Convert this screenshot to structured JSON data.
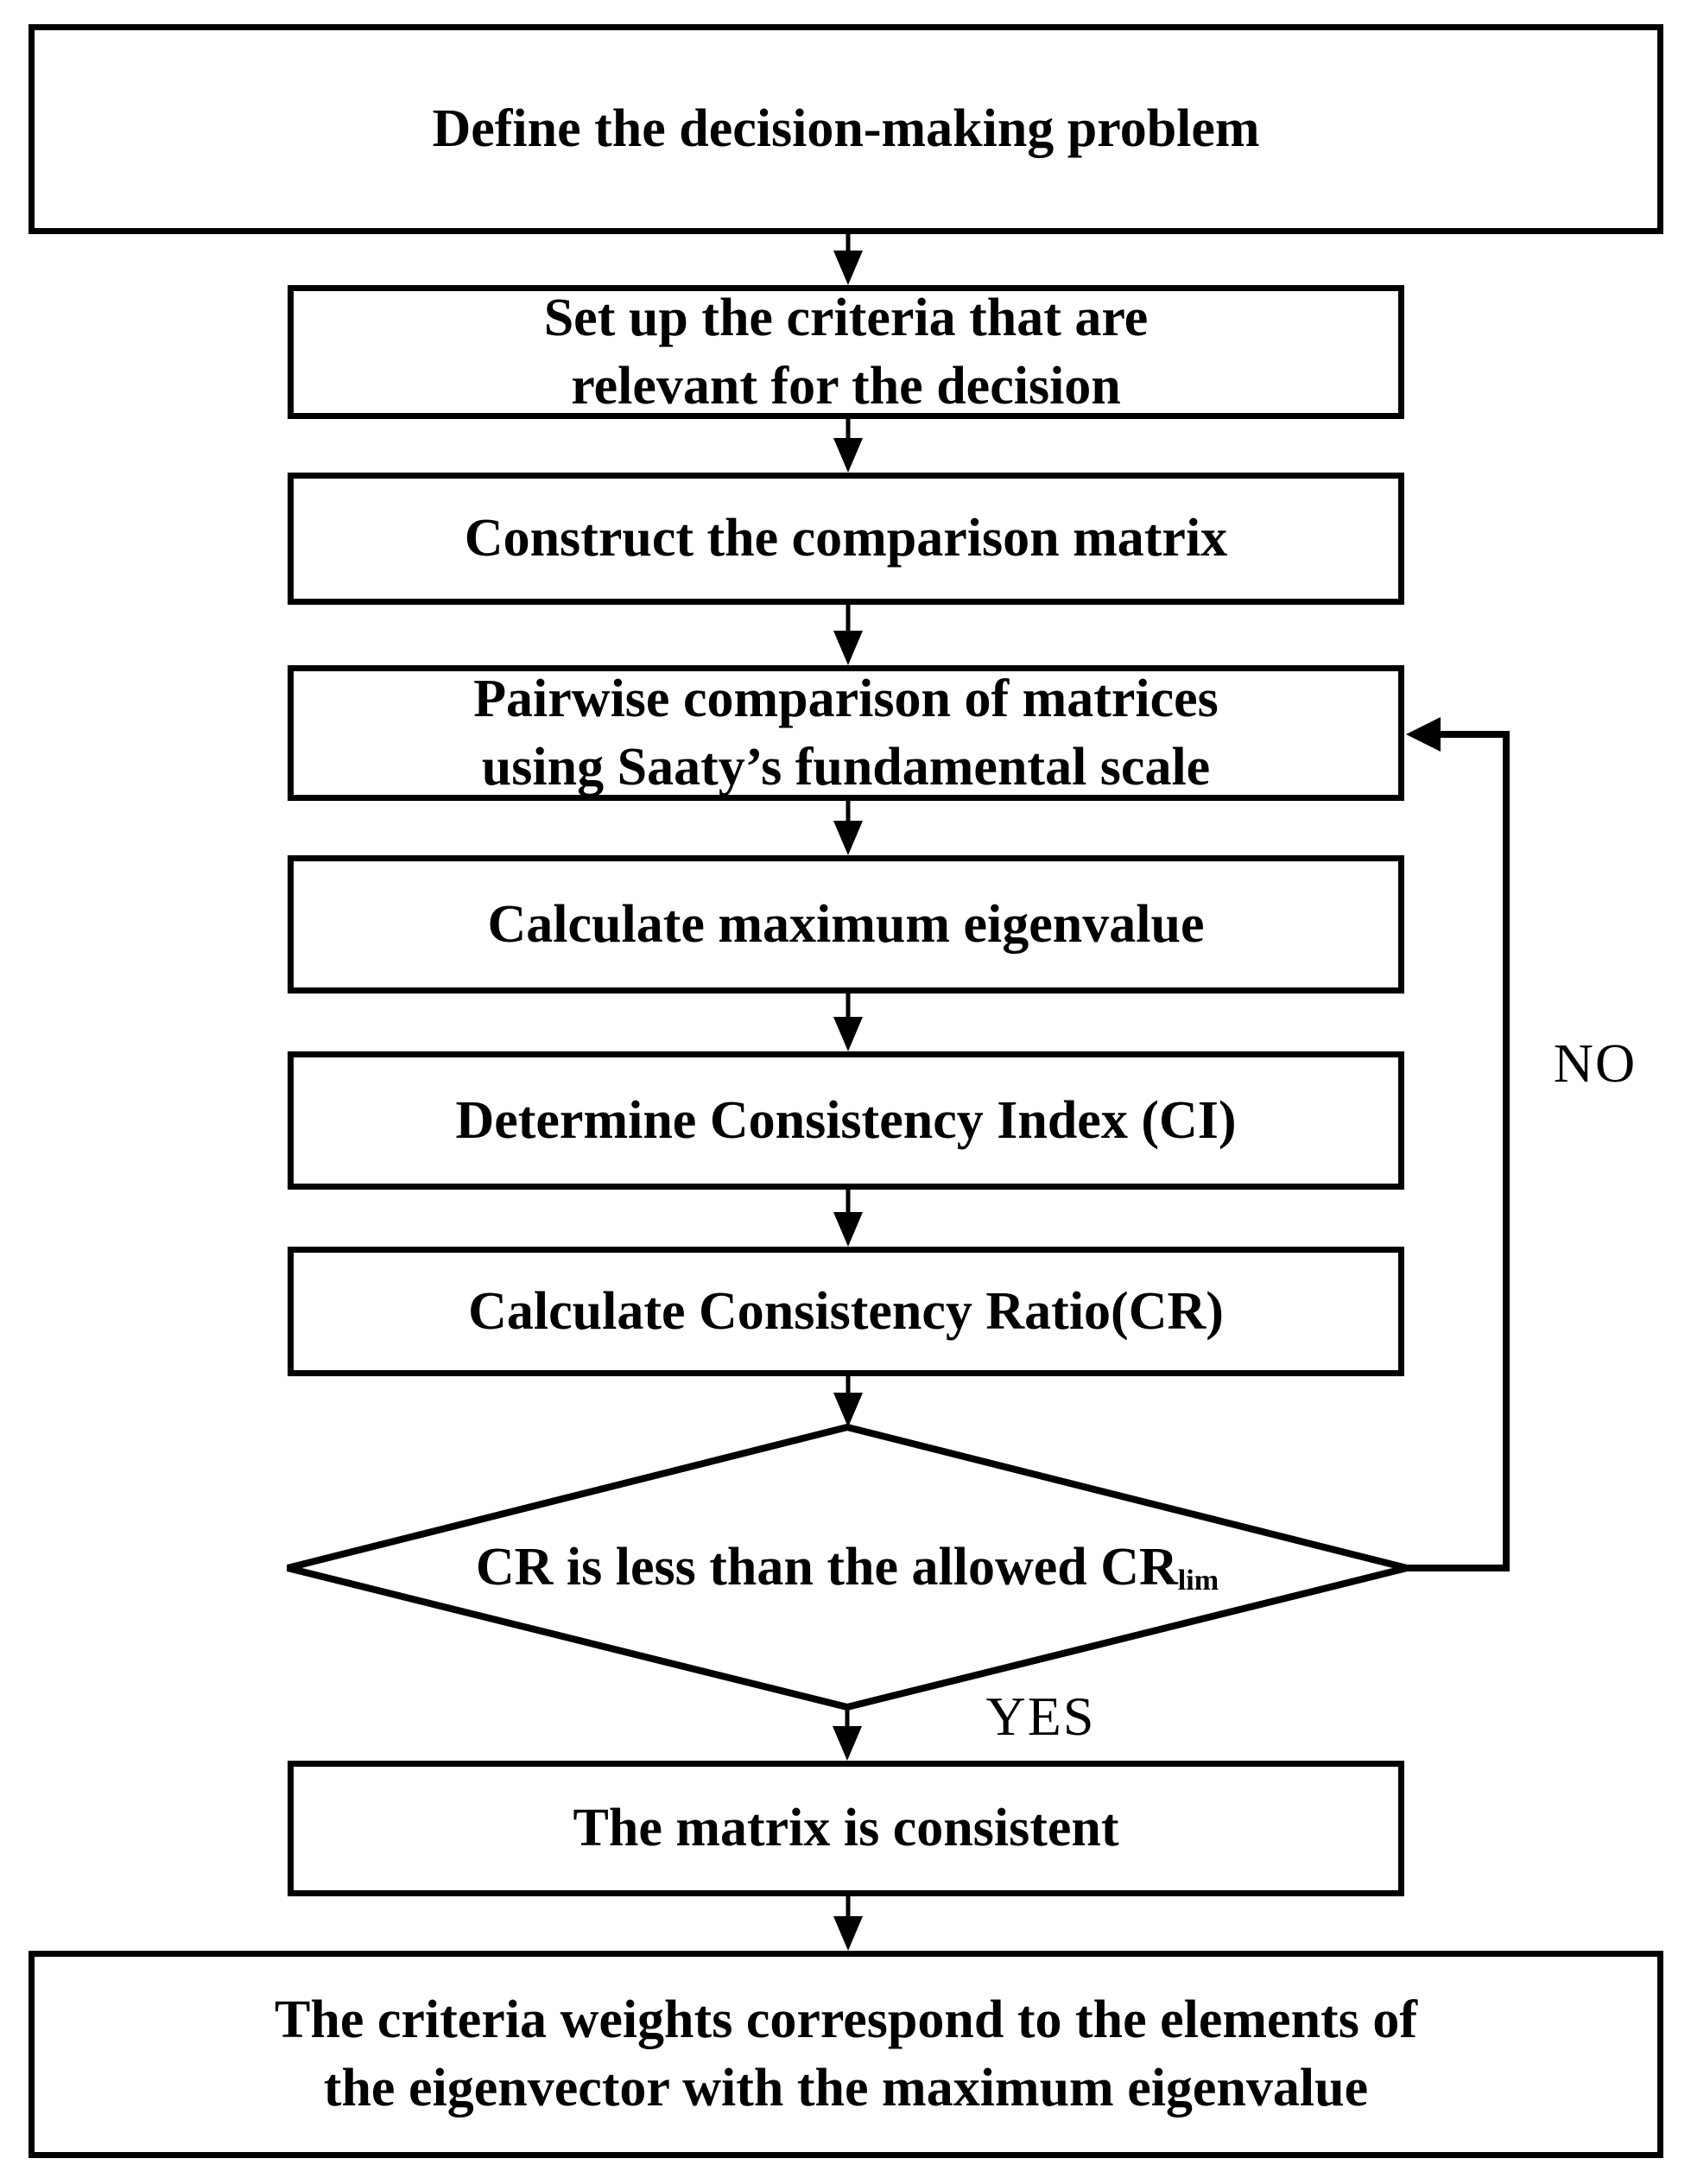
{
  "flow": {
    "steps": [
      {
        "label": "Define the decision-making problem"
      },
      {
        "label": "Set up the criteria that are\nrelevant for the decision"
      },
      {
        "label": "Construct the comparison matrix"
      },
      {
        "label": "Pairwise comparison of matrices\nusing Saaty’s fundamental scale"
      },
      {
        "label": "Calculate maximum eigenvalue"
      },
      {
        "label": "Determine Consistency Index (CI)"
      },
      {
        "label": "Calculate Consistency Ratio(CR)"
      },
      {
        "label": "The matrix is consistent"
      },
      {
        "label": "The criteria weights correspond to the elements of\nthe eigenvector with the maximum eigenvalue"
      }
    ],
    "decision": {
      "text": "CR is less than the allowed CR",
      "subscript": "lim"
    },
    "edge_labels": {
      "yes": "YES",
      "no": "NO"
    },
    "colors": {
      "line": "#000000",
      "box_fill": "#ffffff",
      "text": "#000000"
    }
  }
}
